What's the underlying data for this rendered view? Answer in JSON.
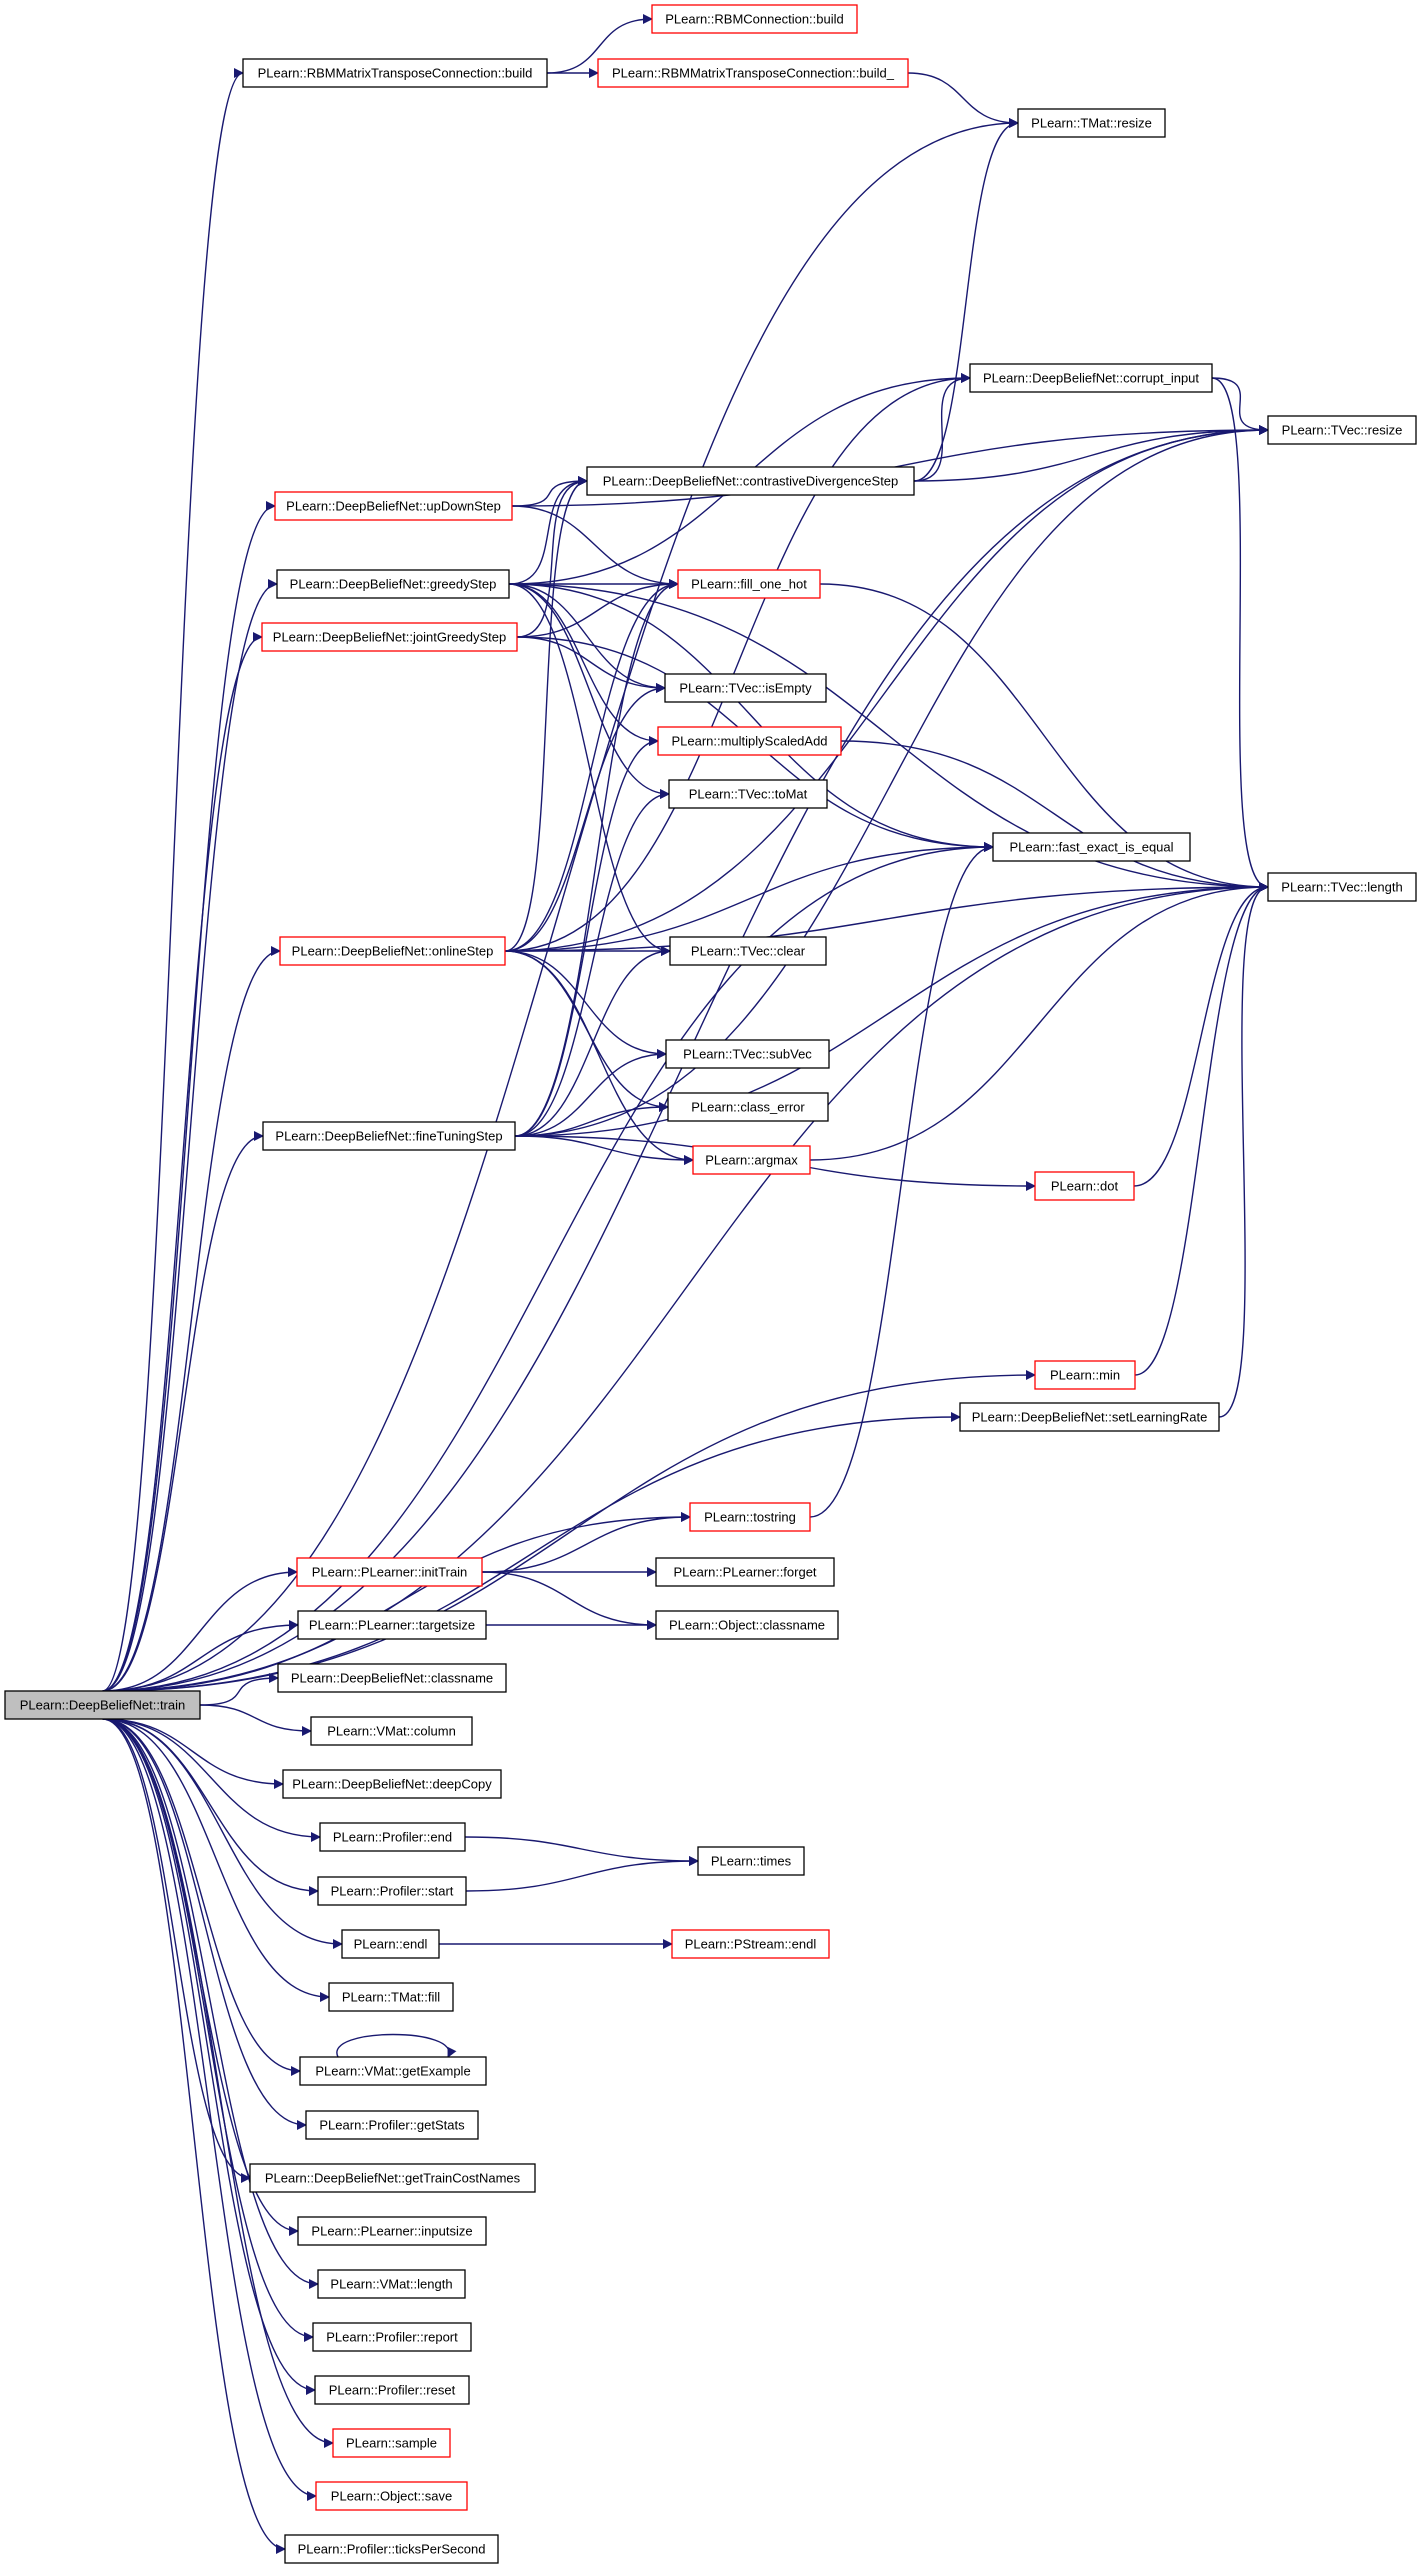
{
  "colors": {
    "edge": "#191970",
    "node_border_black": "#000000",
    "node_border_red": "#ff0000",
    "root_fill": "#bfbfbf",
    "node_fill": "#ffffff"
  },
  "nodes": [
    {
      "id": "train",
      "label": "PLearn::DeepBeliefNet::train",
      "style": "root"
    },
    {
      "id": "rbmT_build",
      "label": "PLearn::RBMMatrixTransposeConnection::build",
      "style": "black"
    },
    {
      "id": "rbmConn_build",
      "label": "PLearn::RBMConnection::build",
      "style": "red"
    },
    {
      "id": "rbmT_build_",
      "label": "PLearn::RBMMatrixTransposeConnection::build_",
      "style": "red"
    },
    {
      "id": "tmat_resize",
      "label": "PLearn::TMat::resize",
      "style": "black"
    },
    {
      "id": "corrupt",
      "label": "PLearn::DeepBeliefNet::corrupt_input",
      "style": "black"
    },
    {
      "id": "tvec_resize",
      "label": "PLearn::TVec::resize",
      "style": "black"
    },
    {
      "id": "cdstep",
      "label": "PLearn::DeepBeliefNet::contrastiveDivergenceStep",
      "style": "black"
    },
    {
      "id": "updown",
      "label": "PLearn::DeepBeliefNet::upDownStep",
      "style": "red"
    },
    {
      "id": "greedy",
      "label": "PLearn::DeepBeliefNet::greedyStep",
      "style": "black"
    },
    {
      "id": "fill_one_hot",
      "label": "PLearn::fill_one_hot",
      "style": "red"
    },
    {
      "id": "joint",
      "label": "PLearn::DeepBeliefNet::jointGreedyStep",
      "style": "red"
    },
    {
      "id": "isEmpty",
      "label": "PLearn::TVec::isEmpty",
      "style": "black"
    },
    {
      "id": "msa",
      "label": "PLearn::multiplyScaledAdd",
      "style": "red"
    },
    {
      "id": "toMat",
      "label": "PLearn::TVec::toMat",
      "style": "black"
    },
    {
      "id": "fast_eq",
      "label": "PLearn::fast_exact_is_equal",
      "style": "black"
    },
    {
      "id": "tvec_length",
      "label": "PLearn::TVec::length",
      "style": "black"
    },
    {
      "id": "online",
      "label": "PLearn::DeepBeliefNet::onlineStep",
      "style": "red"
    },
    {
      "id": "clear",
      "label": "PLearn::TVec::clear",
      "style": "black"
    },
    {
      "id": "subVec",
      "label": "PLearn::TVec::subVec",
      "style": "black"
    },
    {
      "id": "class_error",
      "label": "PLearn::class_error",
      "style": "black"
    },
    {
      "id": "finetune",
      "label": "PLearn::DeepBeliefNet::fineTuningStep",
      "style": "black"
    },
    {
      "id": "argmax",
      "label": "PLearn::argmax",
      "style": "red"
    },
    {
      "id": "dot",
      "label": "PLearn::dot",
      "style": "red"
    },
    {
      "id": "min",
      "label": "PLearn::min",
      "style": "red"
    },
    {
      "id": "setlr",
      "label": "PLearn::DeepBeliefNet::setLearningRate",
      "style": "black"
    },
    {
      "id": "tostring",
      "label": "PLearn::tostring",
      "style": "red"
    },
    {
      "id": "initTrain",
      "label": "PLearn::PLearner::initTrain",
      "style": "red"
    },
    {
      "id": "forget",
      "label": "PLearn::PLearner::forget",
      "style": "black"
    },
    {
      "id": "targetsize",
      "label": "PLearn::PLearner::targetsize",
      "style": "black"
    },
    {
      "id": "obj_classname",
      "label": "PLearn::Object::classname",
      "style": "black"
    },
    {
      "id": "dbn_classname",
      "label": "PLearn::DeepBeliefNet::classname",
      "style": "black"
    },
    {
      "id": "column",
      "label": "PLearn::VMat::column",
      "style": "black"
    },
    {
      "id": "deepCopy",
      "label": "PLearn::DeepBeliefNet::deepCopy",
      "style": "black"
    },
    {
      "id": "prof_end",
      "label": "PLearn::Profiler::end",
      "style": "black"
    },
    {
      "id": "times",
      "label": "PLearn::times",
      "style": "black"
    },
    {
      "id": "prof_start",
      "label": "PLearn::Profiler::start",
      "style": "black"
    },
    {
      "id": "endl",
      "label": "PLearn::endl",
      "style": "black"
    },
    {
      "id": "pstream_endl",
      "label": "PLearn::PStream::endl",
      "style": "red"
    },
    {
      "id": "tmat_fill",
      "label": "PLearn::TMat::fill",
      "style": "black"
    },
    {
      "id": "getExample",
      "label": "PLearn::VMat::getExample",
      "style": "black"
    },
    {
      "id": "getStats",
      "label": "PLearn::Profiler::getStats",
      "style": "black"
    },
    {
      "id": "costnames",
      "label": "PLearn::DeepBeliefNet::getTrainCostNames",
      "style": "black"
    },
    {
      "id": "inputsize",
      "label": "PLearn::PLearner::inputsize",
      "style": "black"
    },
    {
      "id": "vmat_length",
      "label": "PLearn::VMat::length",
      "style": "black"
    },
    {
      "id": "report",
      "label": "PLearn::Profiler::report",
      "style": "black"
    },
    {
      "id": "reset",
      "label": "PLearn::Profiler::reset",
      "style": "black"
    },
    {
      "id": "sample",
      "label": "PLearn::sample",
      "style": "red"
    },
    {
      "id": "save",
      "label": "PLearn::Object::save",
      "style": "red"
    },
    {
      "id": "ticks",
      "label": "PLearn::Profiler::ticksPerSecond",
      "style": "black"
    }
  ],
  "edges": [
    [
      "train",
      "rbmT_build"
    ],
    [
      "train",
      "tmat_resize"
    ],
    [
      "train",
      "tvec_resize"
    ],
    [
      "train",
      "tvec_length"
    ],
    [
      "train",
      "updown"
    ],
    [
      "train",
      "greedy"
    ],
    [
      "train",
      "joint"
    ],
    [
      "train",
      "online"
    ],
    [
      "train",
      "finetune"
    ],
    [
      "train",
      "fast_eq"
    ],
    [
      "train",
      "min"
    ],
    [
      "train",
      "setlr"
    ],
    [
      "train",
      "tostring"
    ],
    [
      "train",
      "initTrain"
    ],
    [
      "train",
      "targetsize"
    ],
    [
      "train",
      "dbn_classname"
    ],
    [
      "train",
      "column"
    ],
    [
      "train",
      "deepCopy"
    ],
    [
      "train",
      "prof_end"
    ],
    [
      "train",
      "prof_start"
    ],
    [
      "train",
      "endl"
    ],
    [
      "train",
      "tmat_fill"
    ],
    [
      "train",
      "getExample"
    ],
    [
      "train",
      "getStats"
    ],
    [
      "train",
      "costnames"
    ],
    [
      "train",
      "inputsize"
    ],
    [
      "train",
      "vmat_length"
    ],
    [
      "train",
      "report"
    ],
    [
      "train",
      "reset"
    ],
    [
      "train",
      "sample"
    ],
    [
      "train",
      "save"
    ],
    [
      "train",
      "ticks"
    ],
    [
      "rbmT_build",
      "rbmConn_build"
    ],
    [
      "rbmT_build",
      "rbmT_build_"
    ],
    [
      "rbmT_build_",
      "tmat_resize"
    ],
    [
      "updown",
      "cdstep"
    ],
    [
      "updown",
      "fill_one_hot"
    ],
    [
      "updown",
      "tvec_resize"
    ],
    [
      "greedy",
      "corrupt"
    ],
    [
      "greedy",
      "cdstep"
    ],
    [
      "greedy",
      "fill_one_hot"
    ],
    [
      "greedy",
      "isEmpty"
    ],
    [
      "greedy",
      "msa"
    ],
    [
      "greedy",
      "toMat"
    ],
    [
      "greedy",
      "clear"
    ],
    [
      "greedy",
      "tvec_length"
    ],
    [
      "greedy",
      "fast_eq"
    ],
    [
      "joint",
      "cdstep"
    ],
    [
      "joint",
      "fill_one_hot"
    ],
    [
      "joint",
      "isEmpty"
    ],
    [
      "joint",
      "fast_eq"
    ],
    [
      "cdstep",
      "corrupt"
    ],
    [
      "cdstep",
      "tmat_resize"
    ],
    [
      "cdstep",
      "tvec_resize"
    ],
    [
      "corrupt",
      "tvec_resize"
    ],
    [
      "corrupt",
      "tvec_length"
    ],
    [
      "fill_one_hot",
      "tvec_length"
    ],
    [
      "msa",
      "tvec_length"
    ],
    [
      "online",
      "cdstep"
    ],
    [
      "online",
      "fill_one_hot"
    ],
    [
      "online",
      "isEmpty"
    ],
    [
      "online",
      "fast_eq"
    ],
    [
      "online",
      "clear"
    ],
    [
      "online",
      "subVec"
    ],
    [
      "online",
      "class_error"
    ],
    [
      "online",
      "argmax"
    ],
    [
      "online",
      "tvec_length"
    ],
    [
      "online",
      "tvec_resize"
    ],
    [
      "online",
      "corrupt"
    ],
    [
      "finetune",
      "msa"
    ],
    [
      "finetune",
      "toMat"
    ],
    [
      "finetune",
      "clear"
    ],
    [
      "finetune",
      "subVec"
    ],
    [
      "finetune",
      "class_error"
    ],
    [
      "finetune",
      "argmax"
    ],
    [
      "finetune",
      "dot"
    ],
    [
      "finetune",
      "tvec_length"
    ],
    [
      "finetune",
      "tvec_resize"
    ],
    [
      "finetune",
      "fill_one_hot"
    ],
    [
      "argmax",
      "tvec_length"
    ],
    [
      "dot",
      "tvec_length"
    ],
    [
      "min",
      "tvec_length"
    ],
    [
      "setlr",
      "tvec_length"
    ],
    [
      "tostring",
      "fast_eq"
    ],
    [
      "initTrain",
      "tostring"
    ],
    [
      "initTrain",
      "forget"
    ],
    [
      "initTrain",
      "obj_classname"
    ],
    [
      "targetsize",
      "obj_classname"
    ],
    [
      "prof_end",
      "times"
    ],
    [
      "prof_start",
      "times"
    ],
    [
      "endl",
      "pstream_endl"
    ],
    [
      "getExample",
      "getExample"
    ]
  ]
}
